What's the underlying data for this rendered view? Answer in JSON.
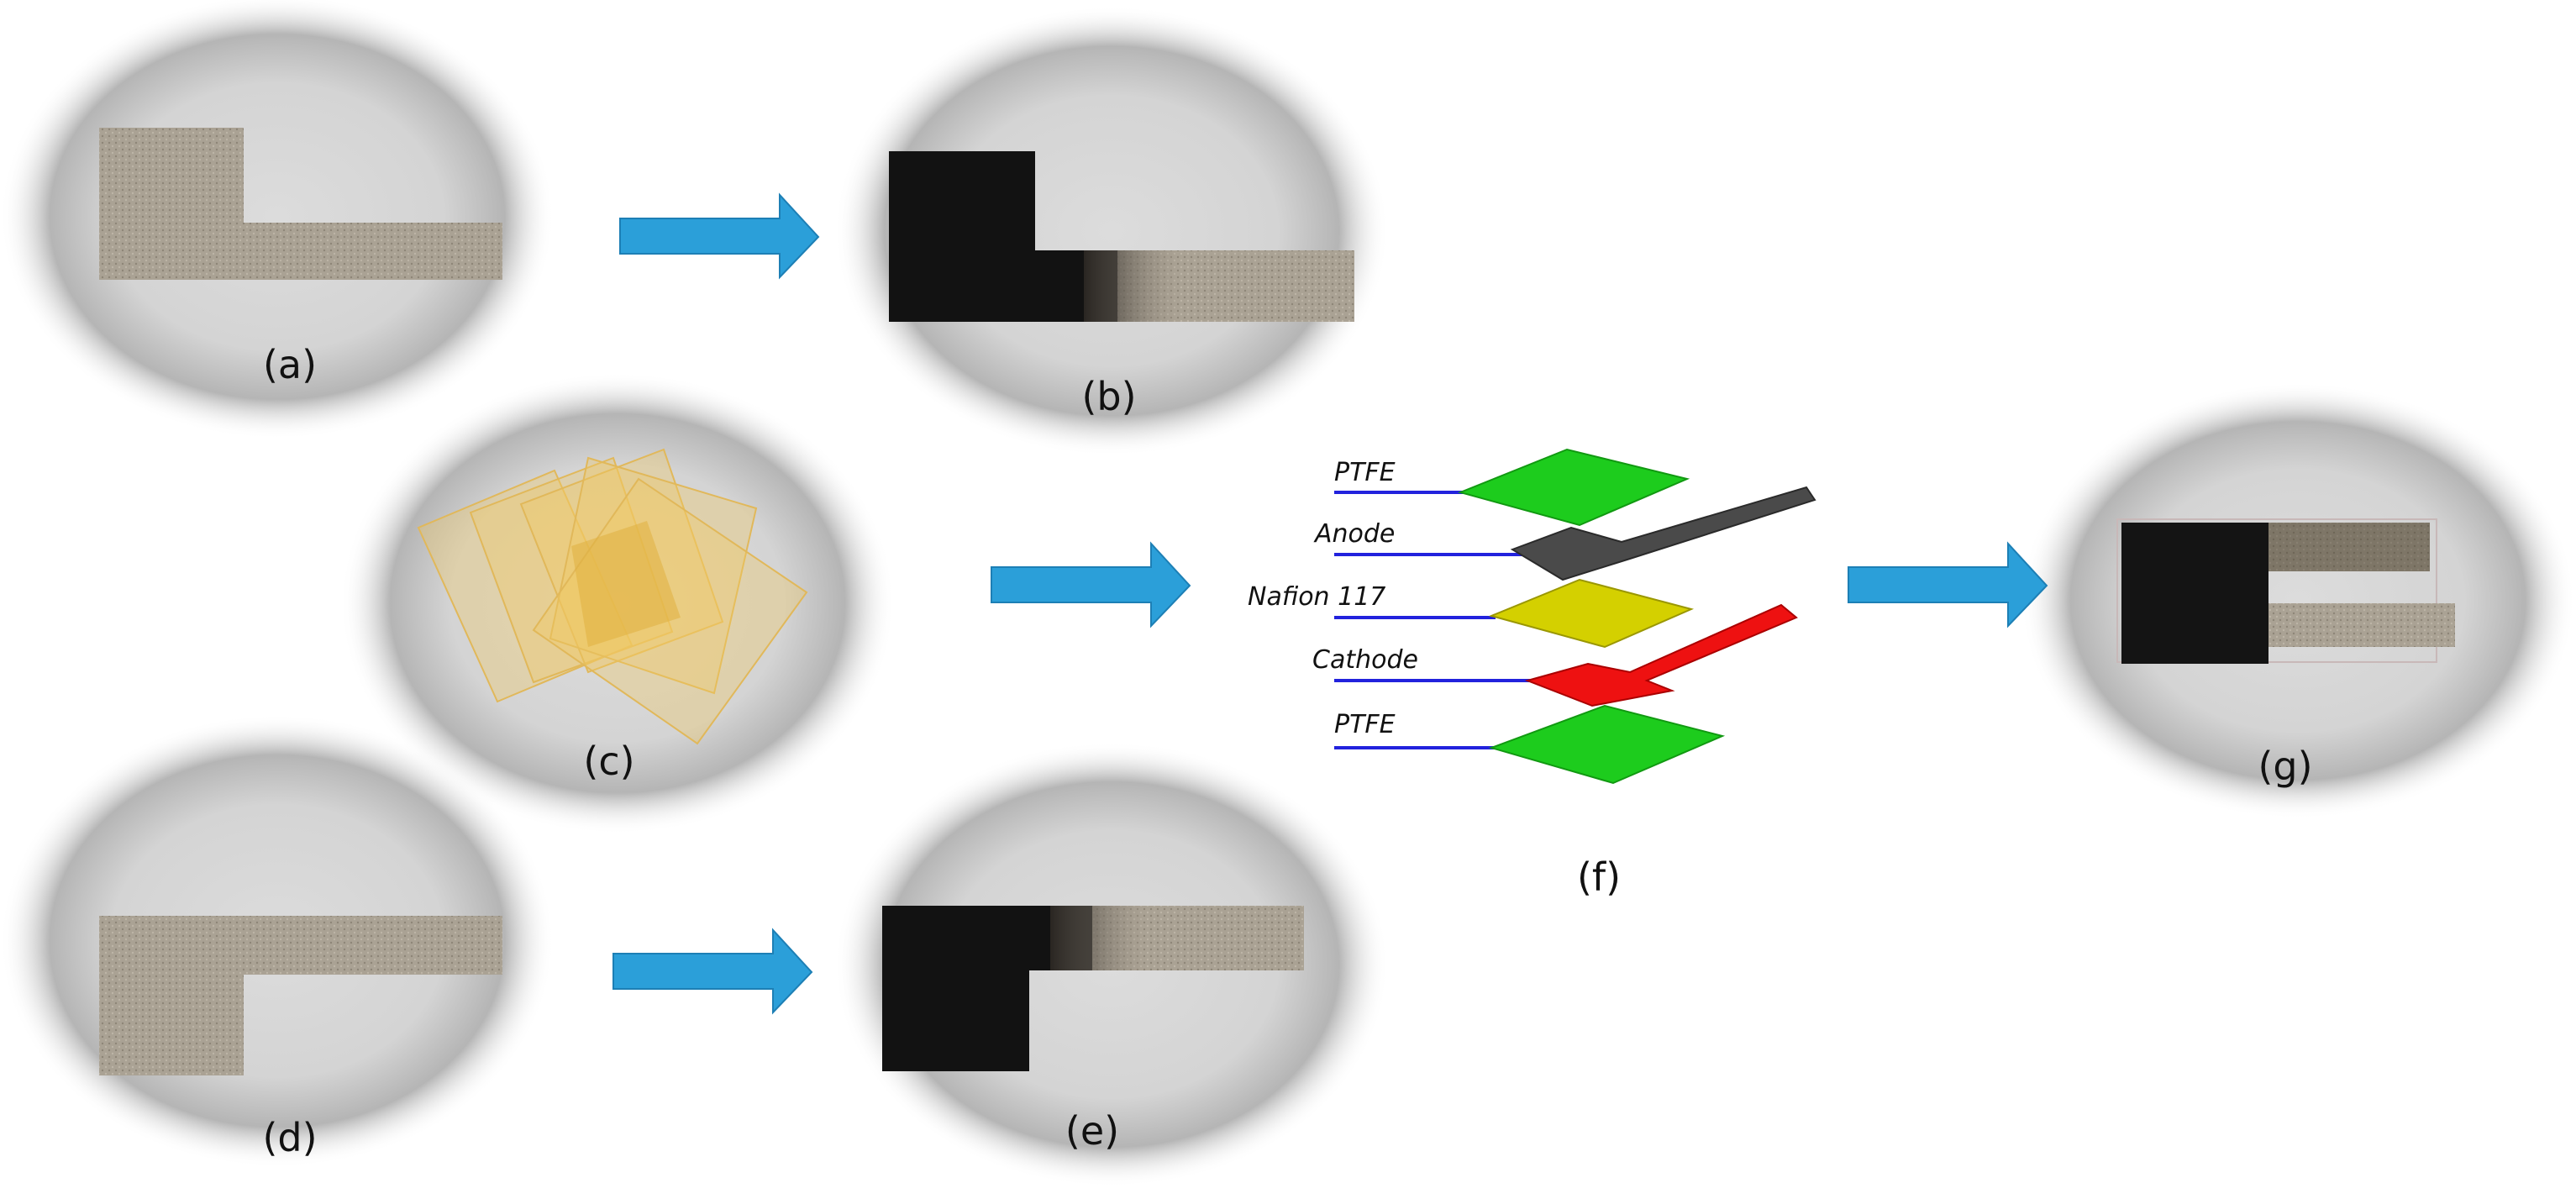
{
  "panels": {
    "a": "(a)",
    "b": "(b)",
    "c": "(c)",
    "d": "(d)",
    "e": "(e)",
    "f": "(f)",
    "g": "(g)"
  },
  "layers": [
    {
      "label": "PTFE",
      "color": "#1dcc1d"
    },
    {
      "label": "Anode",
      "color": "#4a4a4a"
    },
    {
      "label": "Nafion 117",
      "color": "#d4d000"
    },
    {
      "label": "Cathode",
      "color": "#ee1111"
    },
    {
      "label": "PTFE",
      "color": "#1dcc1d"
    }
  ],
  "colors": {
    "arrow": "#2b9fd9",
    "leader_line": "#2222dd",
    "vignette": "#9a9a9a",
    "photo_bg": "#d7d7d7",
    "electrode_dark": "#111111",
    "mesh": "#a89f90"
  }
}
